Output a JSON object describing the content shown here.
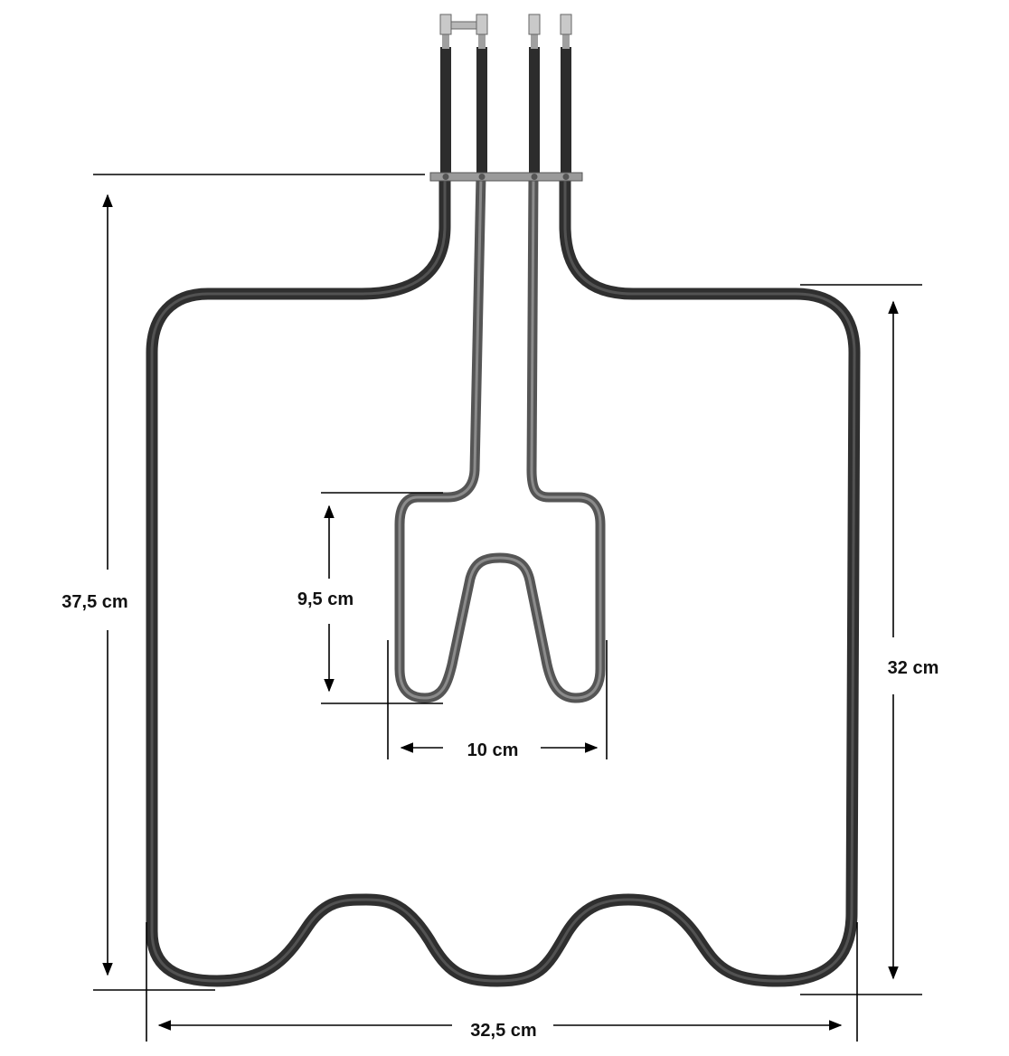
{
  "dimensions": {
    "overall_height": "37,5 cm",
    "side_height": "32 cm",
    "overall_width": "32,5 cm",
    "inner_loop_height": "9,5 cm",
    "inner_loop_width": "10 cm"
  },
  "colors": {
    "element_tube": "#3a3a3a",
    "element_highlight": "#8a8a8a",
    "inner_tube": "#6b6b6b",
    "terminal_metal": "#b9b9b9",
    "dimension_lines": "#000000",
    "background": "#ffffff"
  }
}
